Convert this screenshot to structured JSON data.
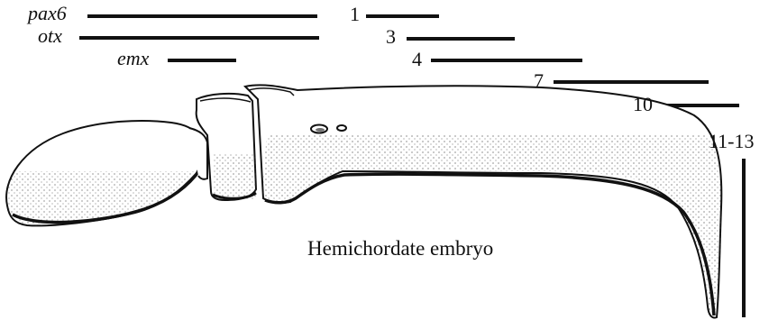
{
  "genes": [
    {
      "name": "pax6"
    },
    {
      "name": "otx"
    },
    {
      "name": "emx"
    }
  ],
  "hox_labels": [
    "1",
    "3",
    "4",
    "7",
    "10",
    "11-13"
  ],
  "caption": "Hemichordate embryo",
  "colors": {
    "ink": "#111111",
    "background": "#ffffff",
    "stipple": "#333333"
  }
}
